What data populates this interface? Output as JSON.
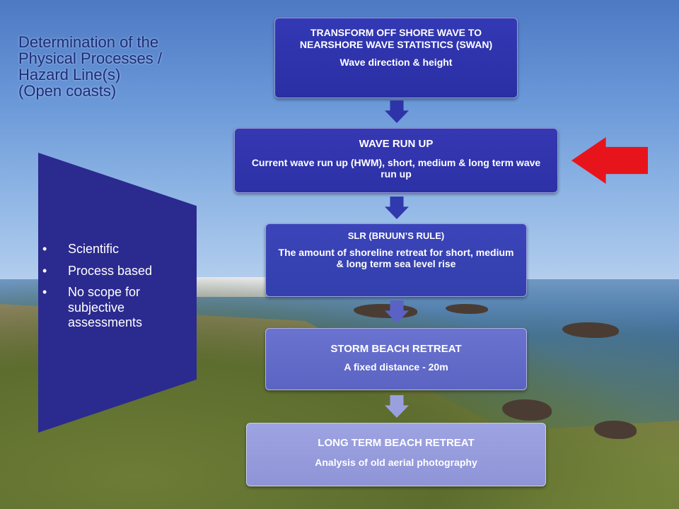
{
  "title": {
    "lines": [
      "Determination of the",
      "Physical Processes /",
      "Hazard Line(s)",
      "(Open coasts)"
    ]
  },
  "bullets": [
    "Scientific",
    "Process based",
    "No scope for subjective assessments"
  ],
  "flow": [
    {
      "heading": "TRANSFORM  OFF SHORE WAVE TO NEARSHORE WAVE STATISTICS (SWAN)",
      "detail": "Wave direction & height"
    },
    {
      "heading": "WAVE RUN UP",
      "detail": "Current wave run up (HWM), short, medium & long term  wave run up"
    },
    {
      "heading": "SLR (BRUUN’S RULE)",
      "detail": "The amount of shoreline retreat for short, medium & long term sea level rise"
    },
    {
      "heading": "STORM BEACH RETREAT",
      "detail": "A fixed distance - 20m"
    },
    {
      "heading": "LONG TERM BEACH RETREAT",
      "detail": "Analysis of old aerial photography"
    }
  ],
  "colors": {
    "title": "#1c2d7a",
    "panel": "#2b2a8f",
    "highlight_arrow": "#e8141b"
  },
  "icons": {
    "flow_connector": "down-arrow-icon",
    "highlight": "left-arrow-icon"
  }
}
